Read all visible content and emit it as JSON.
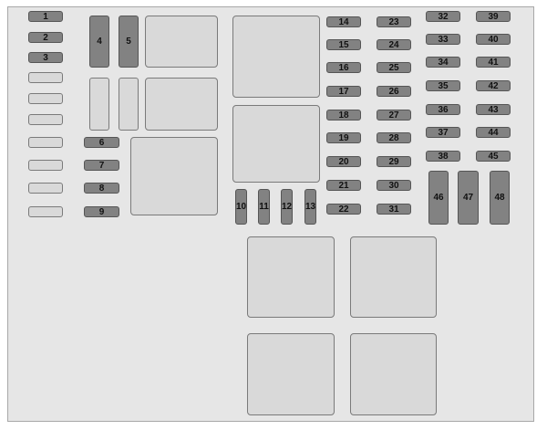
{
  "diagram": {
    "fuse_labels": [
      "1",
      "2",
      "3",
      "4",
      "5",
      "6",
      "7",
      "8",
      "9",
      "10",
      "11",
      "12",
      "13",
      "14",
      "15",
      "16",
      "17",
      "18",
      "19",
      "20",
      "21",
      "22",
      "23",
      "24",
      "25",
      "26",
      "27",
      "28",
      "29",
      "30",
      "31",
      "32",
      "33",
      "34",
      "35",
      "36",
      "37",
      "38",
      "39",
      "40",
      "41",
      "42",
      "43",
      "44",
      "45",
      "46",
      "47",
      "48"
    ],
    "colors": {
      "board": "#e6e6e6",
      "fuse": "#828282",
      "empty_slot": "#d9d9d9",
      "relay": "#d9d9d9",
      "border": "#555555"
    }
  }
}
